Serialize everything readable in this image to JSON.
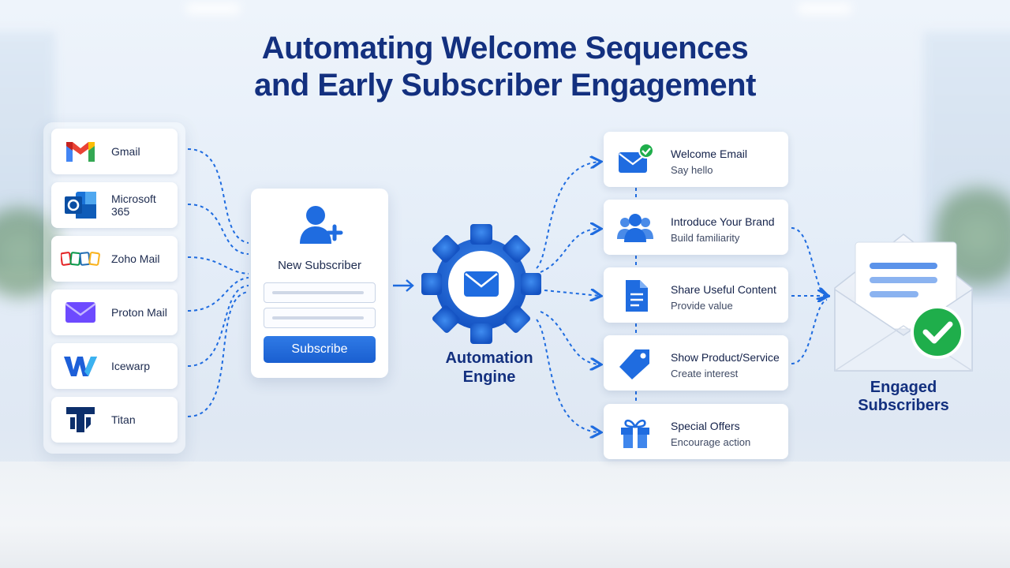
{
  "title": {
    "line1": "Automating Welcome Sequences",
    "line2": "and Early Subscriber Engagement"
  },
  "providers": [
    {
      "name": "Gmail",
      "icon": "gmail-icon"
    },
    {
      "name": "Microsoft 365",
      "icon": "outlook-icon"
    },
    {
      "name": "Zoho Mail",
      "icon": "zoho-icon"
    },
    {
      "name": "Proton Mail",
      "icon": "proton-mail-icon"
    },
    {
      "name": "Icewarp",
      "icon": "icewarp-icon"
    },
    {
      "name": "Titan",
      "icon": "titan-icon"
    }
  ],
  "subscriber_form": {
    "title": "New Subscriber",
    "button_label": "Subscribe",
    "icon": "add-user-icon"
  },
  "engine": {
    "line1": "Automation",
    "line2": "Engine",
    "icon": "gear-envelope-icon"
  },
  "steps": [
    {
      "title": "Welcome Email",
      "description": "Say hello",
      "icon": "envelope-check-icon"
    },
    {
      "title": "Introduce Your Brand",
      "description": "Build familiarity",
      "icon": "people-icon"
    },
    {
      "title": "Share Useful Content",
      "description": "Provide value",
      "icon": "document-icon"
    },
    {
      "title": "Show Product/Service",
      "description": "Create interest",
      "icon": "tag-icon"
    },
    {
      "title": "Special Offers",
      "description": "Encourage action",
      "icon": "gift-icon"
    }
  ],
  "result": {
    "line1": "Engaged",
    "line2": "Subscribers",
    "icon": "open-envelope-check-icon"
  },
  "colors": {
    "title": "#13307f",
    "accent": "#1f6ce0",
    "check": "#1fae4b"
  }
}
